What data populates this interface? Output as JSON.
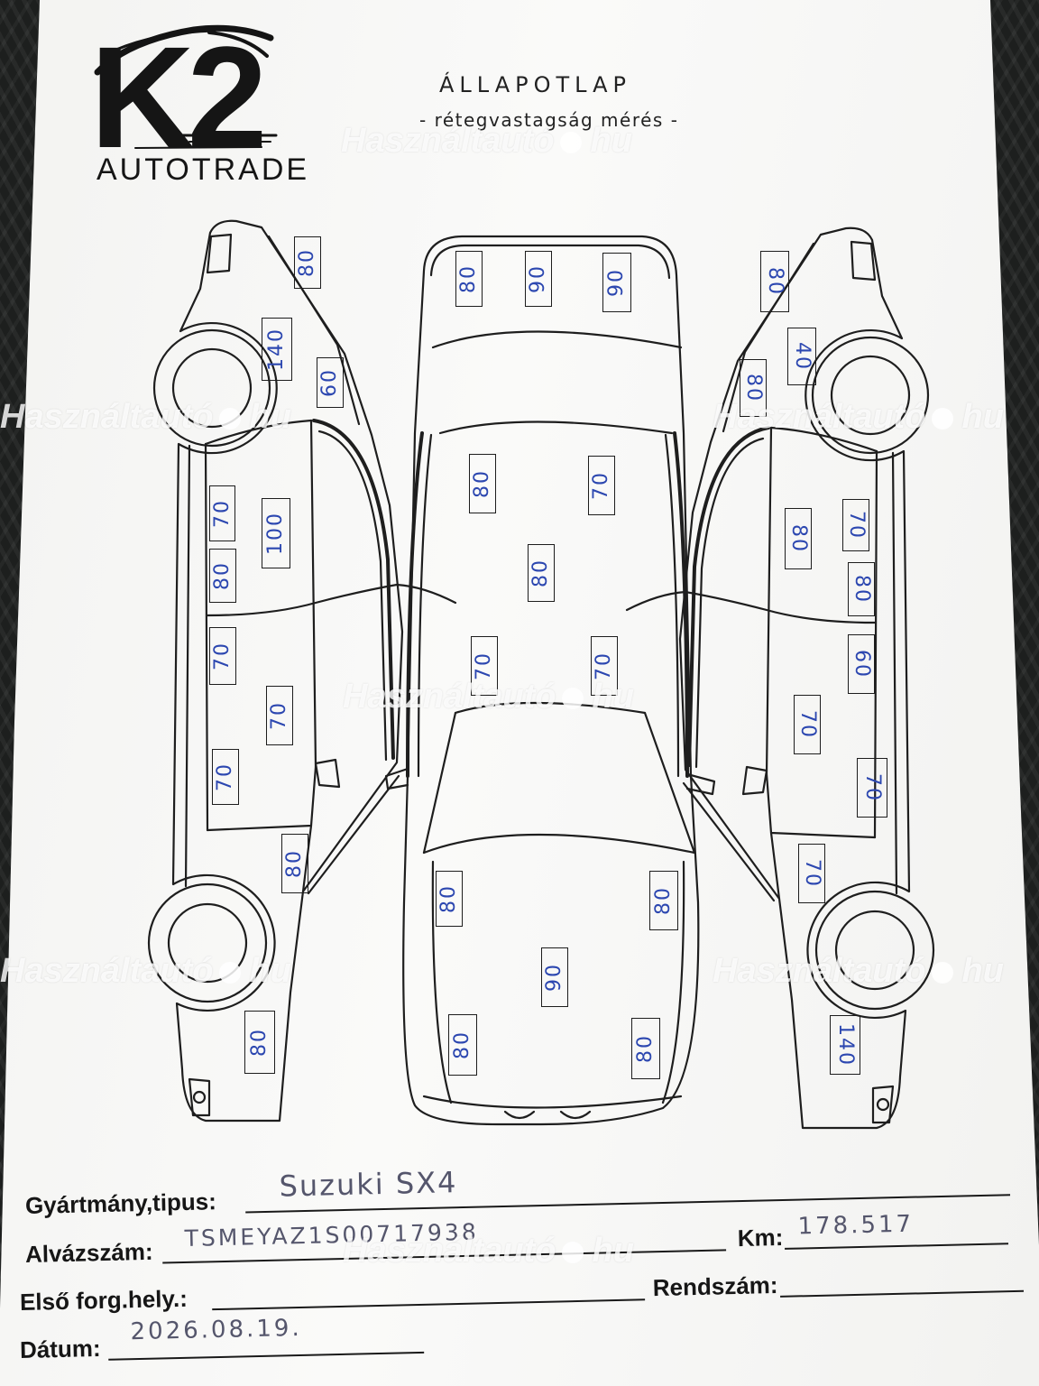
{
  "logo": {
    "mark": "K2",
    "name": "AUTOTRADE"
  },
  "header": {
    "title": "ÁLLAPOTLAP",
    "subtitle": "- rétegvastagság mérés -"
  },
  "watermark": {
    "text": "Használtautó",
    "suffix": "hu"
  },
  "measurements": {
    "left_side": [
      80,
      140,
      60,
      70,
      100,
      80,
      70,
      70,
      70,
      80,
      80
    ],
    "top_view": [
      80,
      90,
      90,
      80,
      70,
      80,
      70,
      70,
      80,
      80,
      90,
      80,
      80
    ],
    "right_side": [
      80,
      40,
      80,
      70,
      80,
      80,
      60,
      70,
      70,
      70,
      140
    ]
  },
  "form": {
    "make_label": "Gyártmány,tipus:",
    "make_value": "Suzuki SX4",
    "vin_label": "Alvázszám:",
    "vin_value": "TSMEYAZ1S00717938",
    "km_label": "Km:",
    "km_value": "178.517",
    "first_registration_label": "Első forg.hely.:",
    "plate_label": "Rendszám:",
    "date_label": "Dátum:",
    "date_value": "2026.08.19."
  },
  "colors": {
    "paper": "#f7f7f5",
    "background": "#1d1f1e",
    "measurement_ink": "#2c47b0",
    "handwriting_ink": "#55566c",
    "print": "#161616"
  }
}
